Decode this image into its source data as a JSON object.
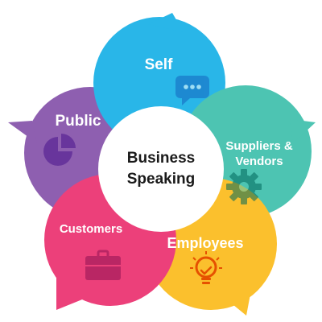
{
  "center": {
    "line1": "Business",
    "line2": "Speaking"
  },
  "petals": [
    {
      "id": "self",
      "label_lines": [
        "Self"
      ],
      "color": "#29B6E8",
      "icon": "chat-bubble-icon"
    },
    {
      "id": "suppliers",
      "label_lines": [
        "Suppliers &",
        "Vendors"
      ],
      "color": "#4DC4B2",
      "icon": "gear-icon"
    },
    {
      "id": "employees",
      "label_lines": [
        "Employees"
      ],
      "color": "#FBC02D",
      "icon": "lightbulb-check-icon"
    },
    {
      "id": "customers",
      "label_lines": [
        "Customers"
      ],
      "color": "#EC407A",
      "icon": "briefcase-icon"
    },
    {
      "id": "public",
      "label_lines": [
        "Public"
      ],
      "color": "#8E5FB0",
      "icon": "pie-chart-icon"
    }
  ]
}
